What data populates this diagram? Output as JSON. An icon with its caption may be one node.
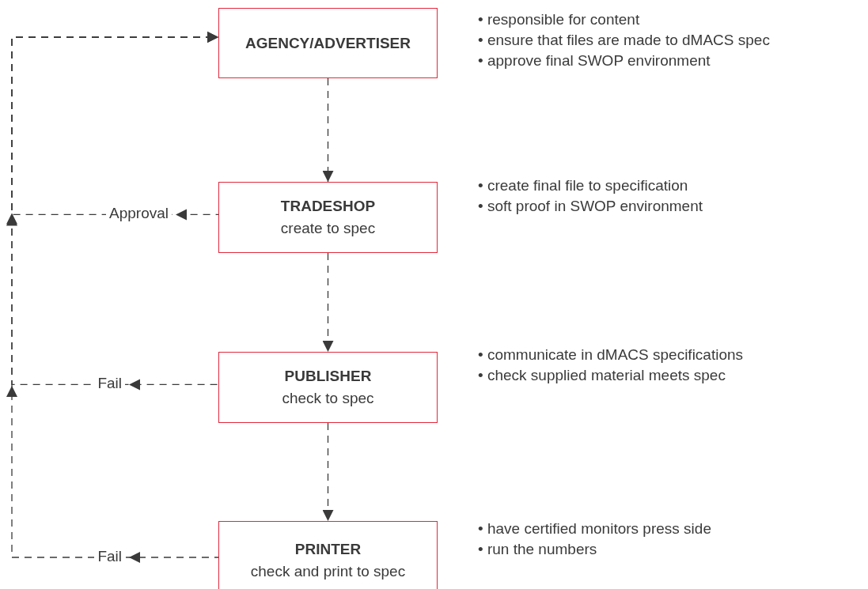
{
  "diagram": {
    "nodes": [
      {
        "text": [
          "AGENCY/ADVERTISER"
        ],
        "beside": [
          "• responsible for content",
          "• ensure that files are made to dMACS spec",
          "• approve final SWOP environment"
        ]
      },
      {
        "text": [
          "TRADESHOP",
          "create to spec"
        ],
        "beside": [
          "• create final file to specification",
          "• soft proof in SWOP environment"
        ]
      },
      {
        "text": [
          "PUBLISHER",
          "check to spec"
        ],
        "beside": [
          "• communicate in dMACS specifications",
          "• check supplied material meets spec"
        ]
      },
      {
        "text": [
          "PRINTER",
          "check and print to spec"
        ],
        "beside": [
          "• have certified monitors press side",
          "• run the numbers"
        ]
      }
    ],
    "edges": [
      {
        "from": 0,
        "to": 1,
        "arrow": "to",
        "style": "dashed"
      },
      {
        "from": 1,
        "to": 2,
        "arrow": "to",
        "style": "dashed"
      },
      {
        "from": 2,
        "to": 3,
        "arrow": "to",
        "style": "dashed"
      },
      {
        "from": 1,
        "to": 0,
        "arrow": "to",
        "style": "dashed",
        "label": "Approval"
      },
      {
        "from": 2,
        "to": 0,
        "arrow": "to",
        "style": "dashed",
        "label": "Fail"
      },
      {
        "from": 3,
        "to": 0,
        "arrow": "to",
        "style": "dashed",
        "label": "Fail"
      }
    ]
  }
}
